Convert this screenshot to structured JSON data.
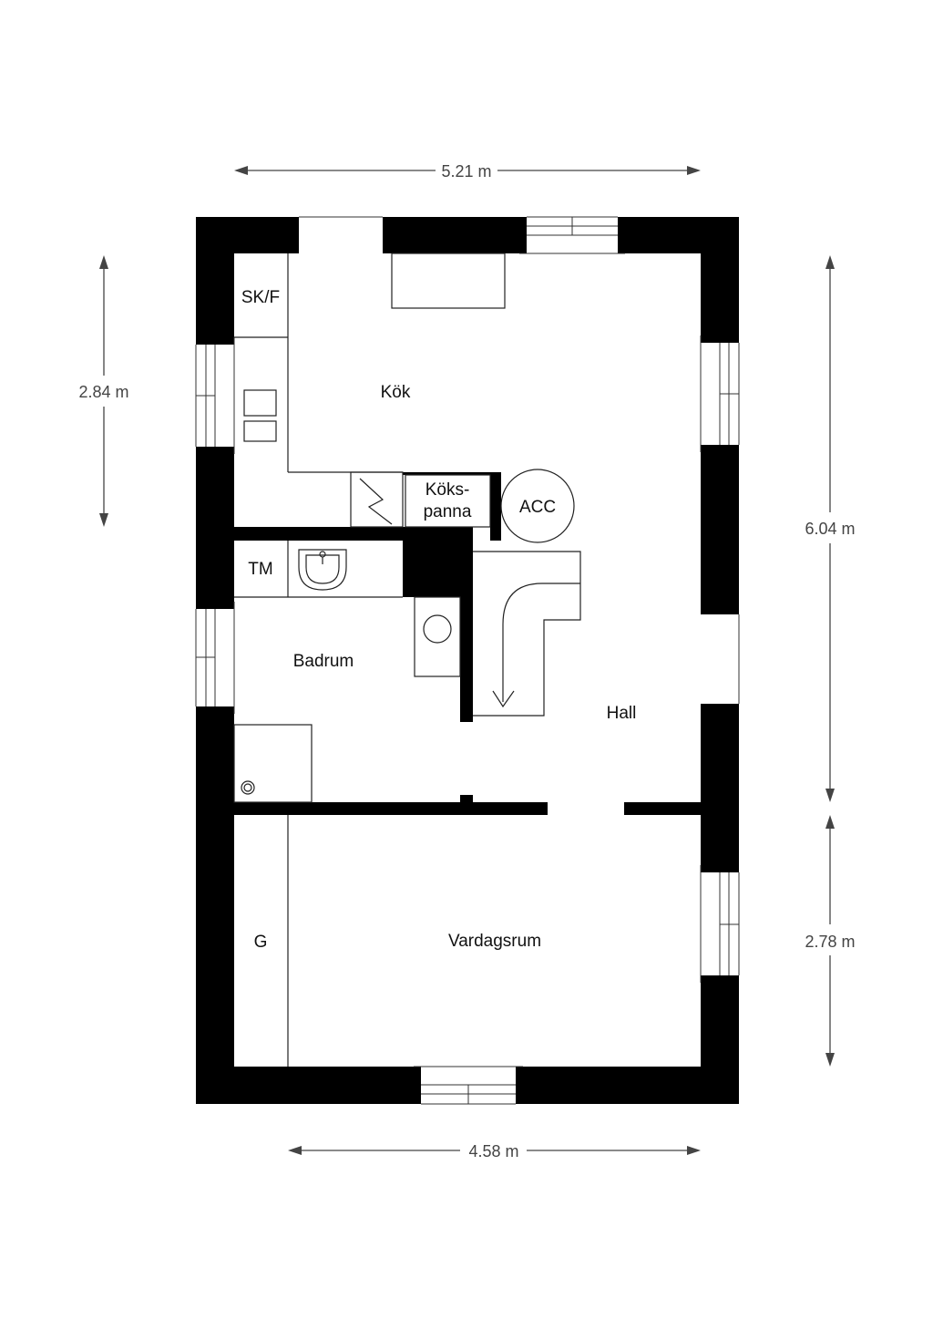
{
  "rooms": {
    "kok": "Kök",
    "skf": "SK/F",
    "tm": "TM",
    "badrum": "Badrum",
    "hall": "Hall",
    "vardagsrum": "Vardagsrum",
    "g": "G",
    "acc": "ACC",
    "kokspanna_line1": "Köks-",
    "kokspanna_line2": "panna"
  },
  "dimensions": {
    "top_width": "5.21 m",
    "bottom_width": "4.58 m",
    "left_kitchen_height": "2.84 m",
    "right_total_height": "6.04 m",
    "right_living_height": "2.78 m"
  },
  "colors": {
    "wall": "#000000",
    "background": "#ffffff"
  }
}
